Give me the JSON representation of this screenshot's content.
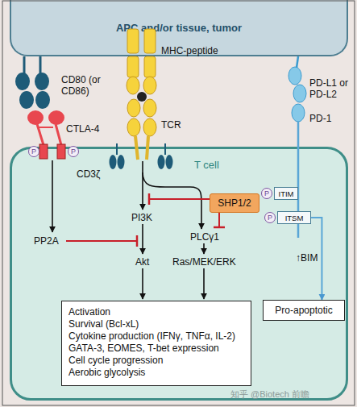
{
  "diagram": {
    "nodes": [
      {
        "text": [
          "APC and/or tissue, tumor"
        ]
      },
      {
        "text": [
          "T cell"
        ]
      },
      {
        "text": [
          "P"
        ],
        "in": 1
      },
      {
        "text": [
          "P"
        ],
        "in": 1
      },
      {
        "text": [
          "P"
        ],
        "in": 1
      },
      {
        "text": [
          "ITIM"
        ],
        "in": 1
      },
      {
        "text": [
          "SHP1/2"
        ],
        "in": 1
      },
      {
        "text": [
          "P"
        ],
        "in": 1
      },
      {
        "text": [
          "ITSM"
        ],
        "in": 1
      },
      {
        "text": [
          "Activation",
          "Survival (Bcl-xL)",
          "Cytokine production (IFNγ, TNFα, IL-2)",
          "GATA-3, EOMES, T-bet expression",
          "Cell cycle progression",
          "Aerobic glycolysis"
        ],
        "in": 1
      },
      {
        "text": [
          "Pro-apoptotic"
        ],
        "in": 1
      }
    ],
    "edges": [
      {
        "from": 8,
        "to": 10,
        "arrow": "to",
        "label": "↑BIM"
      }
    ],
    "labels": [
      "CD80 (or CD86)",
      "CTLA-4",
      "MHC-peptide",
      "TCR",
      "PD-L1 or PD-L2",
      "PD-1",
      "CD3ζ",
      "PI3K",
      "PP2A",
      "Akt",
      "PLCγ1",
      "Ras/MEK/ERK",
      "知乎 @Biotech 前瞻"
    ]
  }
}
